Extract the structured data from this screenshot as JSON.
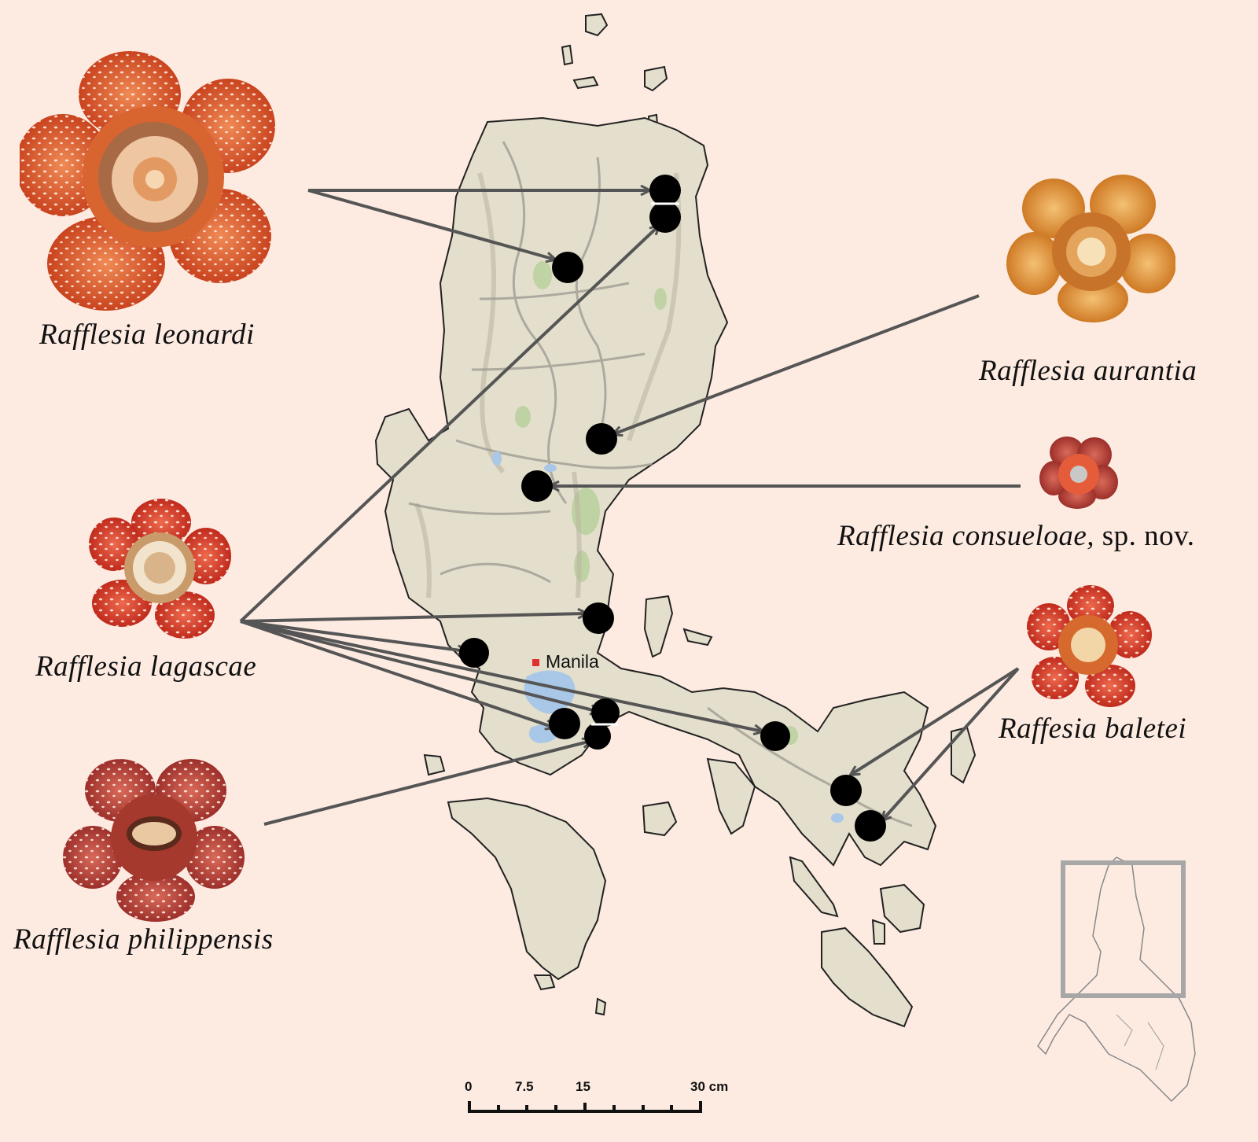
{
  "species": {
    "leonardi": {
      "name": "Rafflesia leonardi",
      "extra": ""
    },
    "aurantia": {
      "name": "Rafflesia aurantia",
      "extra": ""
    },
    "consueloae": {
      "name": "Rafflesia consueloae,",
      "extra": " sp. nov."
    },
    "lagascae": {
      "name": "Rafflesia lagascae",
      "extra": ""
    },
    "baletei": {
      "name": "Raffesia baletei",
      "extra": ""
    },
    "philippensis": {
      "name": "Rafflesia philippensis",
      "extra": ""
    }
  },
  "city": {
    "name": "Manila"
  },
  "scale_bar": {
    "ticks": [
      "0",
      "7.5",
      "15",
      "30 cm"
    ]
  },
  "colors": {
    "background": "#fdebe2",
    "land": "#e3dfcc",
    "forest": "#b7cf9a",
    "water": "#a9c7e6",
    "arrow": "#555555",
    "marker": "#000000",
    "city_marker": "#e03030"
  }
}
